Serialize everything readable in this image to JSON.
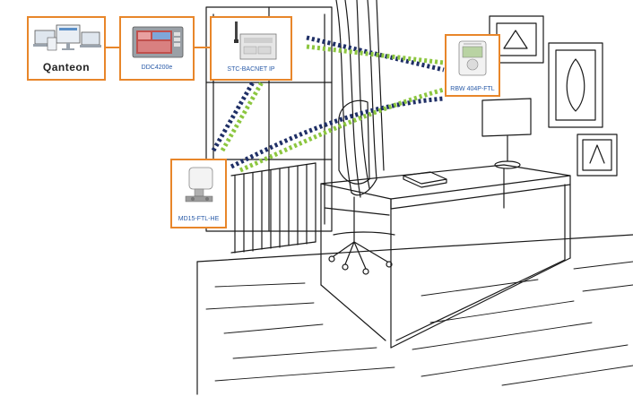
{
  "brand": "Qanteon",
  "devices": {
    "ddc": "DDC4200e",
    "stc": "STC-BACNET IP",
    "rbw": "RBW 404P-FTL",
    "md15": "MD15-FTL-HE"
  },
  "colors": {
    "box_border": "#e8862a",
    "label_text": "#2a5ba8",
    "signal_navy": "#1f2f66",
    "signal_green": "#8cc63f"
  },
  "icons": [
    "laptop-monitor-icon",
    "controller-screen-icon",
    "gateway-antenna-icon",
    "thermostat-icon",
    "valve-actuator-icon"
  ]
}
